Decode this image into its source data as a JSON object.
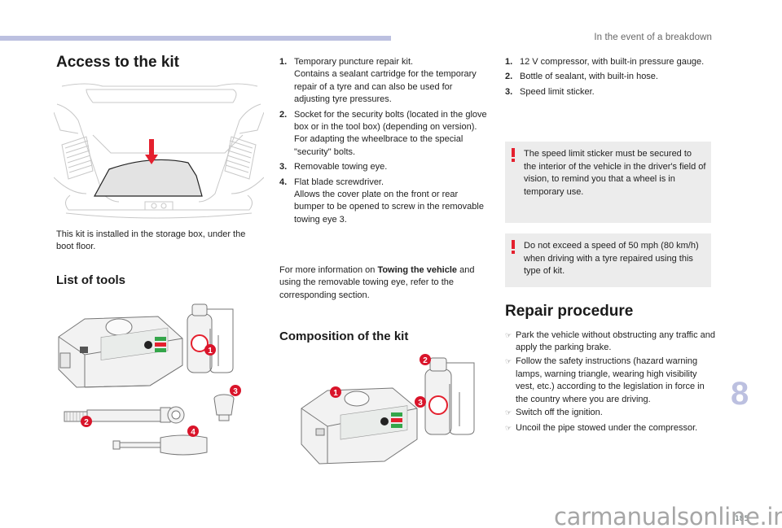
{
  "header": {
    "section_title": "In the event of a breakdown"
  },
  "access": {
    "title": "Access to the kit",
    "description": "This kit is installed in the storage box, under the boot floor.",
    "illustration": "boot-floor-storage-illustration"
  },
  "list_of_tools": {
    "title": "List of tools",
    "illustration": "tools-illustration",
    "callouts": [
      "1",
      "2",
      "3",
      "4"
    ],
    "items": [
      {
        "num": "1.",
        "lines": [
          "Temporary puncture repair kit.",
          "Contains a sealant cartridge for the temporary repair of a tyre and can also be used for adjusting tyre pressures."
        ]
      },
      {
        "num": "2.",
        "lines": [
          "Socket for the security bolts (located in the glove box or in the tool box) (depending on version).",
          "For adapting the wheelbrace to the special \"security\" bolts."
        ]
      },
      {
        "num": "3.",
        "lines": [
          "Removable towing eye."
        ]
      },
      {
        "num": "4.",
        "lines": [
          "Flat blade screwdriver.",
          "Allows the cover plate on the front or rear bumper to be opened to screw in the removable towing eye 3."
        ]
      }
    ]
  },
  "more_info": {
    "prefix": "For more information on ",
    "link": "Towing the vehicle",
    "suffix": " and using the removable towing eye, refer to the corresponding section."
  },
  "composition": {
    "title": "Composition of the kit",
    "illustration": "kit-composition-illustration",
    "callouts": [
      "1",
      "2",
      "3"
    ],
    "items": [
      {
        "num": "1.",
        "text": "12 V compressor, with built-in pressure gauge."
      },
      {
        "num": "2.",
        "text": "Bottle of sealant, with built-in hose."
      },
      {
        "num": "3.",
        "text": "Speed limit sticker."
      }
    ]
  },
  "warnings": [
    {
      "icon": "warning-exclamation-icon",
      "text": "The speed limit sticker must be secured to the interior of the vehicle in the driver's field of vision, to remind you that a wheel is in temporary use."
    },
    {
      "icon": "warning-exclamation-icon",
      "text": "Do not exceed a speed of 50 mph (80 km/h) when driving with a tyre repaired using this type of kit."
    }
  ],
  "repair": {
    "title": "Repair procedure",
    "bullet_icon": "pointing-hand-icon",
    "steps": [
      "Park the vehicle without obstructing any traffic and apply the parking brake.",
      "Follow the safety instructions (hazard warning lamps, warning triangle, wearing high visibility vest, etc.) according to the legislation in force in the country where you are driving.",
      "Switch off the ignition.",
      "Uncoil the pipe stowed under the compressor."
    ]
  },
  "footer": {
    "chapter": "8",
    "page": "185",
    "watermark": "carmanualsonline.info"
  },
  "colors": {
    "accent_bar": "#bcc0e0",
    "warning_red": "#e4202e",
    "callout_bg": "#ececec",
    "badge_red": "#d9142a"
  }
}
